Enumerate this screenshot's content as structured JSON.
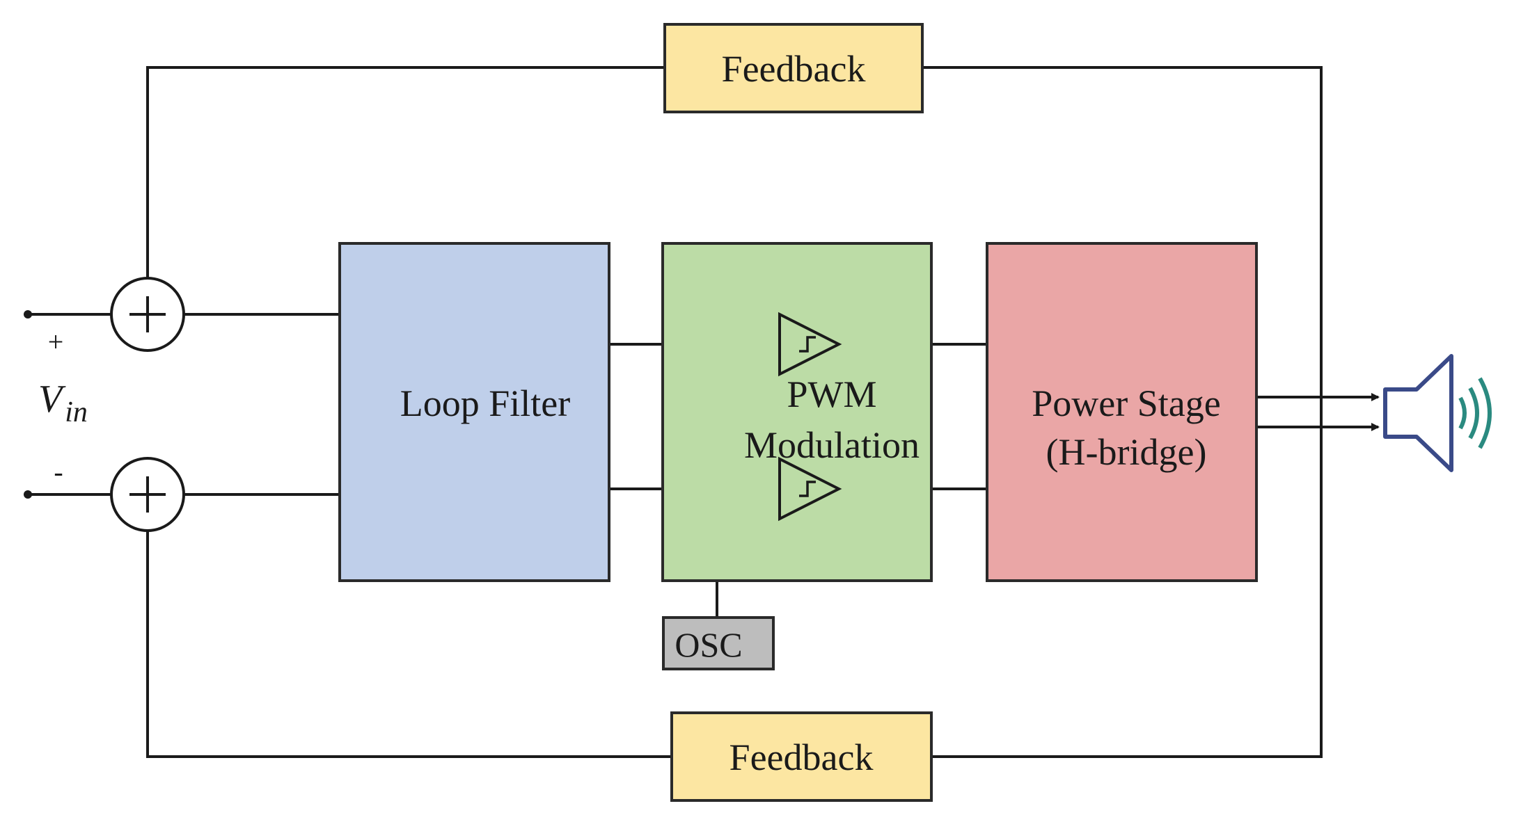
{
  "blocks": {
    "feedback_top": {
      "label": "Feedback",
      "color": "#fce6a2"
    },
    "feedback_bottom": {
      "label": "Feedback",
      "color": "#fce6a2"
    },
    "loop_filter": {
      "label": "Loop Filter",
      "color": "#bfcfea"
    },
    "pwm": {
      "label_line1": "PWM",
      "label_line2": "Modulation",
      "color": "#bcdca6"
    },
    "power_stage": {
      "label_line1": "Power Stage",
      "label_line2": "(H-bridge)",
      "color": "#eaa6a6"
    },
    "osc": {
      "label": "OSC",
      "color": "#bdbdbd"
    }
  },
  "input": {
    "plus_sign": "+",
    "minus_sign": "-",
    "v_symbol": "V",
    "v_subscript": "in"
  },
  "icons": {
    "summing_junction": "circle-plus-icon",
    "comparator": "comparator-triangle-icon",
    "speaker": "speaker-icon"
  },
  "colors": {
    "line": "#1a1a1a",
    "speaker_outline": "#3a4a88",
    "speaker_waves": "#2a8a80"
  }
}
